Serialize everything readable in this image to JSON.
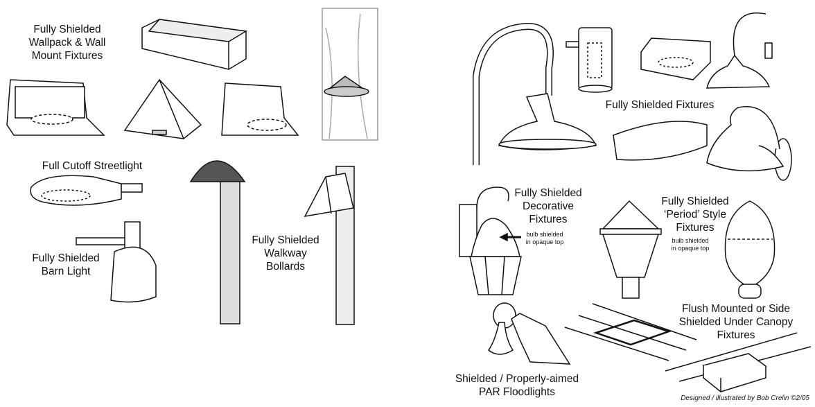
{
  "labels": {
    "wallpack": [
      "Fully Shielded",
      "Wallpack & Wall",
      "Mount Fixtures"
    ],
    "streetlight": [
      "Full Cutoff Streetlight"
    ],
    "barn": [
      "Fully Shielded",
      "Barn Light"
    ],
    "bollards": [
      "Fully Shielded",
      "Walkway",
      "Bollards"
    ],
    "fixtures": [
      "Fully Shielded Fixtures"
    ],
    "decorative": [
      "Fully Shielded",
      "Decorative",
      "Fixtures"
    ],
    "decorative_note": [
      "bulb shielded",
      "in opaque top"
    ],
    "period": [
      "Fully Shielded",
      "‘Period’ Style",
      "Fixtures"
    ],
    "period_note": [
      "bulb shielded",
      "in opaque top"
    ],
    "canopy": [
      "Flush Mounted or Side",
      "Shielded Under Canopy",
      "Fixtures"
    ],
    "flood": [
      "Shielded / Properly-aimed",
      "PAR Floodlights"
    ]
  },
  "credit": "Designed / illustrated by Bob Crelin  ©2/05"
}
